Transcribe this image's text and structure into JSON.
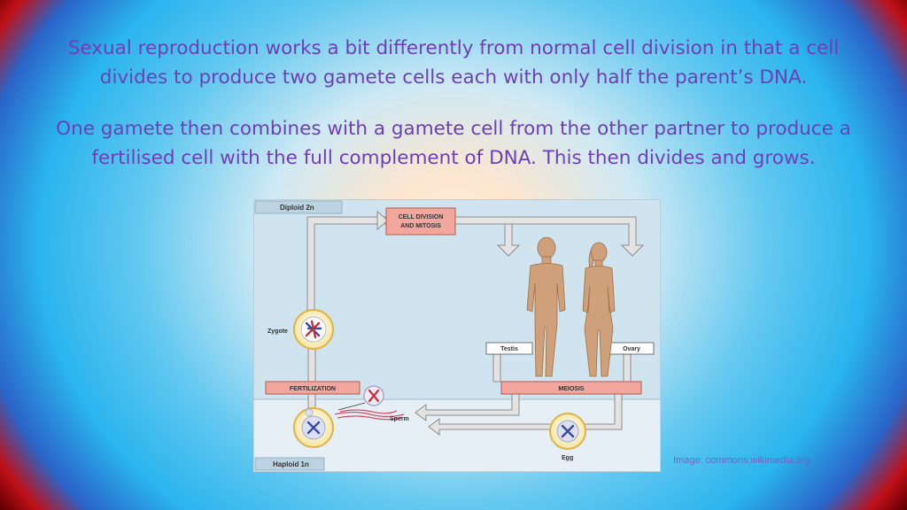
{
  "slide": {
    "paragraph_1": "Sexual reproduction works a bit differently from normal cell division in that a cell\ndivides to produce two gamete cells each with only half the parent’s DNA.",
    "paragraph_2": "One gamete then combines with a gamete cell from the other partner to produce a\nfertilised cell with the full complement of DNA. This then divides and grows.",
    "image_credit": "Image: commons.wikimedia.org"
  },
  "diagram": {
    "diploid_label": "Diploid 2n",
    "haploid_label": "Haploid 1n",
    "cell_division_line1": "CELL DIVISION",
    "cell_division_line2": "AND MITOSIS",
    "zygote_label": "Zygote",
    "fertilization_label": "FERTILIZATION",
    "meiosis_label": "MEIOSIS",
    "testis_label": "Testis",
    "ovary_label": "Ovary",
    "sperm_label": "Sperm",
    "egg_label": "Egg"
  },
  "colors": {
    "title_text": "#6d3fb5",
    "label_box": "#f3a8a0",
    "diploid_band": "#cde4ef",
    "haploid_band": "#e4eef4",
    "arrow_fill": "#e2e2e2",
    "figure_skin": "#cfa07a",
    "cell_fill": "#fbf3c8",
    "cell_border": "#e0b347"
  }
}
